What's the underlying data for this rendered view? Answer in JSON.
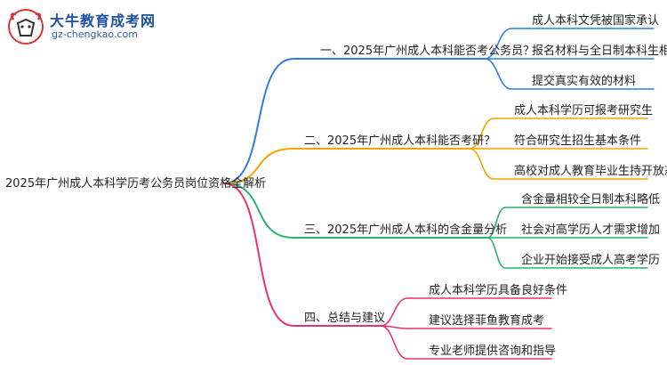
{
  "logo": {
    "title": "大牛教育成考网",
    "url": "gz-chengkao.com"
  },
  "root": "2025年广州成人本科学历考公务员岗位资格全解析",
  "branches": [
    {
      "label": "一、2025年广州成人本科能否考公务员？",
      "color": "#2f7de1",
      "children": [
        "成人本科文凭被国家承认",
        "报名材料与全日制本科生相同",
        "提交真实有效的材料"
      ]
    },
    {
      "label": "二、2025年广州成人本科能否考研？",
      "color": "#f0a500",
      "children": [
        "成人本科学历可报考研究生",
        "符合研究生招生基本条件",
        "高校对成人教育毕业生持开放态度"
      ]
    },
    {
      "label": "三、2025年广州成人本科的含金量分析",
      "color": "#27b36b",
      "children": [
        "含金量相较全日制本科略低",
        "社会对高学历人才需求增加",
        "企业开始接受成人高考学历"
      ]
    },
    {
      "label": "四、总结与建议",
      "color": "#e8336d",
      "children": [
        "成人本科学历具备良好条件",
        "建议选择菲鱼教育成考",
        "专业老师提供咨询和指导"
      ]
    }
  ]
}
